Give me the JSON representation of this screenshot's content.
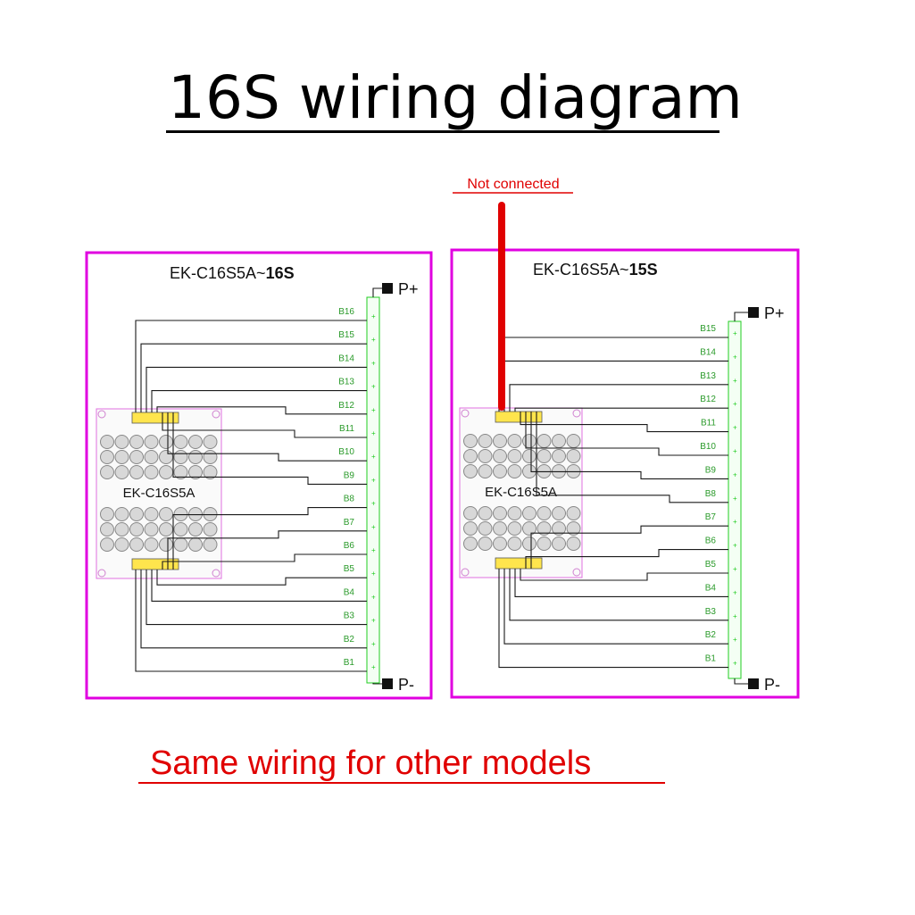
{
  "title": "16S wiring diagram",
  "footer_note": "Same wiring for other models",
  "colors": {
    "frame": "#e000e0",
    "wire": "#1a1a1a",
    "note": "#e00000",
    "connector": "#22cc22"
  },
  "panels": [
    {
      "id": "16s",
      "heading_prefix": "EK-C16S5A~",
      "heading_strong": "16S",
      "board_label": "EK-C16S5A",
      "p_plus": "P+",
      "p_minus": "P-",
      "cell_labels": [
        "B16",
        "B15",
        "B14",
        "B13",
        "B12",
        "B11",
        "B10",
        "B9",
        "B8",
        "B7",
        "B6",
        "B5",
        "B4",
        "B3",
        "B2",
        "B1"
      ]
    },
    {
      "id": "15s",
      "heading_prefix": "EK-C16S5A~",
      "heading_strong": "15S",
      "board_label": "EK-C16S5A",
      "p_plus": "P+",
      "p_minus": "P-",
      "cell_labels": [
        "B15",
        "B14",
        "B13",
        "B12",
        "B11",
        "B10",
        "B9",
        "B8",
        "B7",
        "B6",
        "B5",
        "B4",
        "B3",
        "B2",
        "B1"
      ],
      "not_connected_label": "Not connected"
    }
  ]
}
